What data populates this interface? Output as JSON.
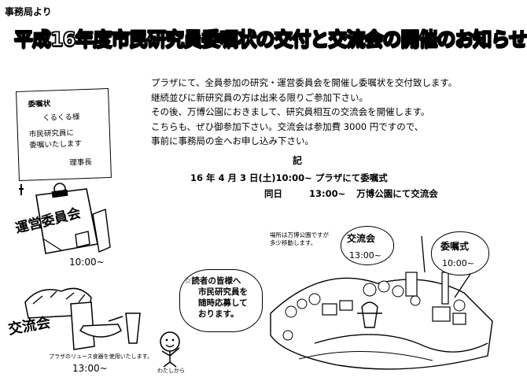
{
  "header": {
    "office": "事務局より",
    "title": "平成16年度市民研究員委嘱状の交付と交流会の開催のお知らせ"
  },
  "body": [
    "プラザにて、全員参加の研究・運営委員会を開催し委嘱状を交付致します。",
    "継続並びに新研究員の方は出来る限りご参加下さい。",
    "その後、万博公園におきまして、研究員相互の交流会を開催します。",
    "こちらも、ぜひ御参加下さい。交流会は参加費 3000 円ですので、",
    "事前に事務局の金へお申し込み下さい。"
  ],
  "schedule": {
    "heading": "記",
    "line1": "16 年 4 月 3 日(土)10:00~ プラザにて委嘱式",
    "line2_date": "同日",
    "line2_time": "13:00~",
    "line2_event": "万博公園にて交流会"
  },
  "certificate": {
    "title": "委嘱状",
    "recipient": "くるくる様",
    "line1": "市民研究員に",
    "line2": "委嘱いたします",
    "signer": "理事長"
  },
  "committee": {
    "label": "運営委員会",
    "time": "10:00~"
  },
  "exchange": {
    "label": "交流会",
    "note": "プラザのリュース食器を使用いたします。",
    "time": "13:00~"
  },
  "reader_bubble": {
    "line1": "☆読者の皆様へ",
    "line2": "市民研究員を",
    "line3": "随時応募して",
    "line4": "おります。"
  },
  "character_label": "わたしから",
  "map": {
    "note_line1": "場所は万博公園ですが",
    "note_line2": "多少移動します。",
    "koryu_title": "交流会",
    "koryu_time": "13:00~",
    "ishoku_title": "委嘱式",
    "ishoku_time": "10:00~"
  }
}
